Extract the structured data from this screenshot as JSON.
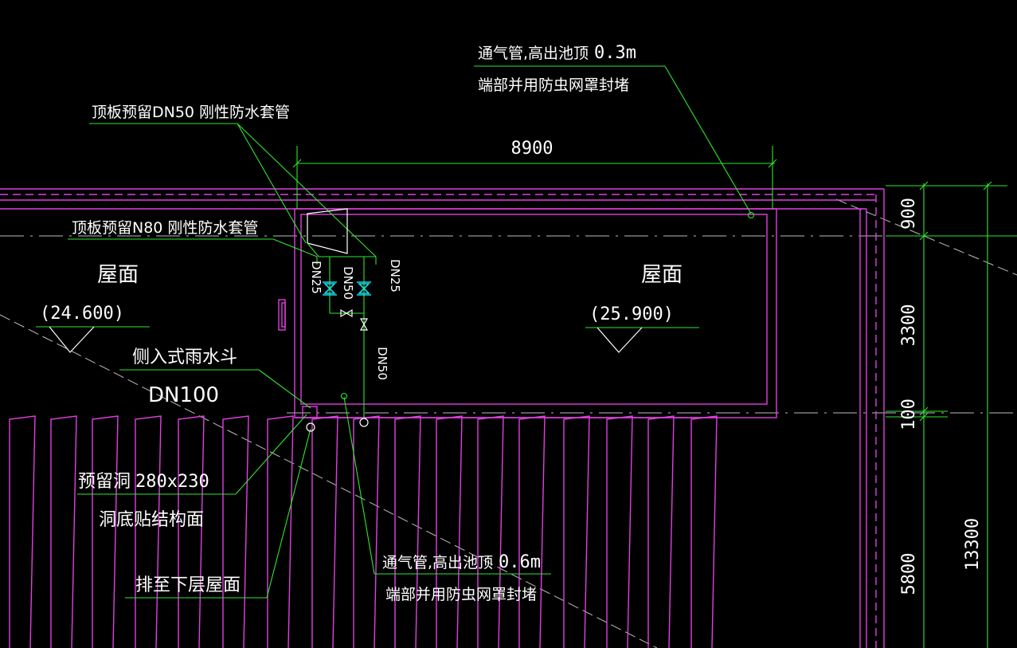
{
  "colors": {
    "background": "#000000",
    "wall": "#e040e0",
    "leader": "#2ee62e",
    "text": "#ffffff",
    "valve": "#18d8e8"
  },
  "labels": {
    "vent_top": "通气管,高出池顶",
    "vent_top_height": "0.3m",
    "vent_top_note": "端部并用防虫网罩封堵",
    "sleeve_dn50": "顶板预留DN50   刚性防水套管",
    "sleeve_dn80": "顶板预留N80   刚性防水套管",
    "roof_left": "屋面",
    "roof_left_elev": "(24.600)",
    "roof_right": "屋面",
    "roof_right_elev": "(25.900)",
    "drain_type": "侧入式雨水斗",
    "drain_size": "DN100",
    "opening": "预留洞",
    "opening_size": "280x230",
    "opening_note": "洞底贴结构面",
    "discharge": "排至下层屋面",
    "vent_bottom": "通气管,高出池顶",
    "vent_bottom_height": "0.6m",
    "vent_bottom_note": "端部并用防虫网罩封堵",
    "pipe_dn25_left": "DN25",
    "pipe_dn50": "DN50",
    "pipe_dn25_right": "DN25",
    "pipe_dn50_vertical": "DN50"
  },
  "dimensions": {
    "width_top": "8900",
    "right_900": "900",
    "right_3300": "3300",
    "right_100": "100",
    "right_5800": "5800",
    "right_total": "13300"
  }
}
